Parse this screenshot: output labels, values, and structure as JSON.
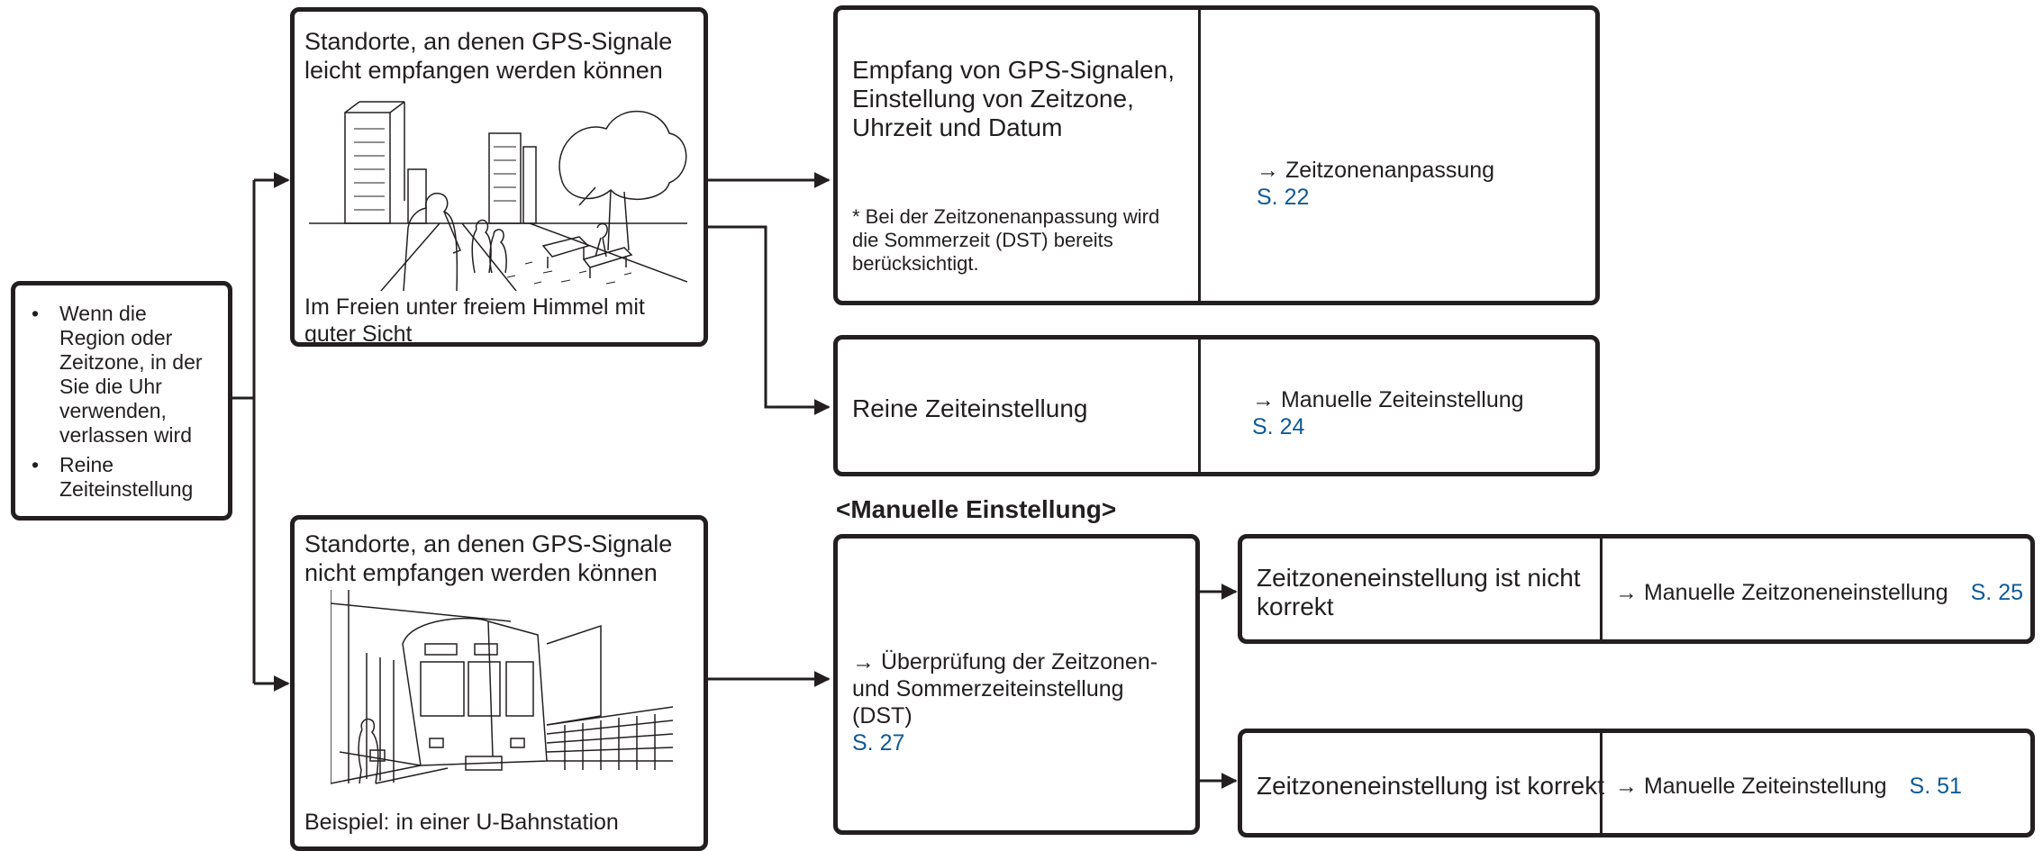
{
  "start": {
    "bullets": [
      "Wenn die Region oder Zeitzone, in der Sie die Uhr verwenden, verlassen wird",
      "Reine Zeiteinstellung"
    ]
  },
  "gps_ok": {
    "title": "Standorte, an denen GPS-Signale leicht empfangen werden können",
    "caption": "Im Freien unter freiem Himmel mit guter Sicht"
  },
  "gps_no": {
    "title": "Standorte, an denen GPS-Signale nicht empfangen werden können",
    "caption": "Beispiel: in einer U-Bahnstation"
  },
  "reception": {
    "main": "Empfang von GPS-Signalen, Einstellung von Zeitzone, Uhrzeit und Datum",
    "note": "* Bei der Zeitzonenanpassung wird die Sommerzeit (DST) bereits berücksichtigt.",
    "link": "→ Zeitzonenanpassung",
    "page": "S. 22"
  },
  "pure_time": {
    "label": "Reine Zeiteinstellung",
    "link": "→ Manuelle Zeiteinstellung",
    "page": "S. 24"
  },
  "manual": {
    "heading": "<Manuelle Einstellung>",
    "check": "→ Überprüfung der Zeitzonen- und Sommerzeiteinstellung (DST)",
    "page": "S. 27"
  },
  "tz_wrong": {
    "label": "Zeitzoneneinstellung ist nicht korrekt",
    "link": "→ Manuelle Zeitzoneneinstellung",
    "page": "S. 25"
  },
  "tz_right": {
    "label": "Zeitzoneneinstellung ist korrekt",
    "link": "→ Manuelle Zeiteinstellung",
    "page": "S. 51"
  }
}
